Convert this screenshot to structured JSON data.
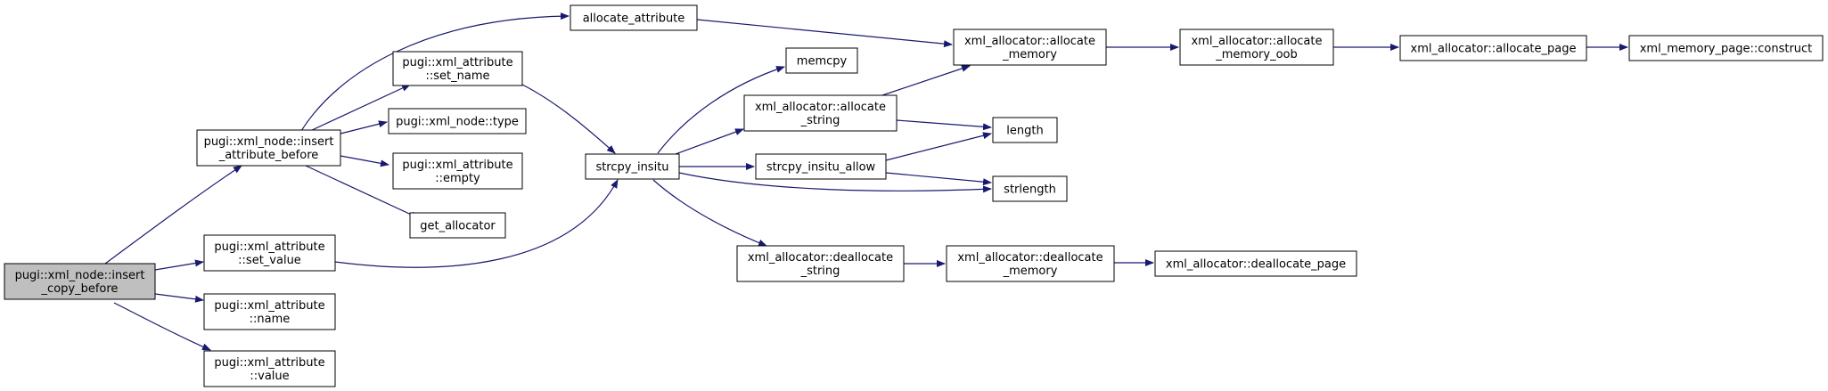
{
  "colors": {
    "edge": "#191970",
    "node_fill": "#ffffff",
    "root_fill": "#bfbfbf",
    "border": "#000000"
  },
  "nodes": {
    "root": [
      "pugi::xml_node::insert",
      "_copy_before"
    ],
    "insert_attr_before": [
      "pugi::xml_node::insert",
      "_attribute_before"
    ],
    "attr_set_value": [
      "pugi::xml_attribute",
      "::set_value"
    ],
    "attr_name": [
      "pugi::xml_attribute",
      "::name"
    ],
    "attr_value": [
      "pugi::xml_attribute",
      "::value"
    ],
    "allocate_attribute": [
      "allocate_attribute"
    ],
    "attr_set_name": [
      "pugi::xml_attribute",
      "::set_name"
    ],
    "node_type": [
      "pugi::xml_node::type"
    ],
    "attr_empty": [
      "pugi::xml_attribute",
      "::empty"
    ],
    "get_allocator": [
      "get_allocator"
    ],
    "strcpy_insitu": [
      "strcpy_insitu"
    ],
    "memcpy": [
      "memcpy"
    ],
    "alloc_string": [
      "xml_allocator::allocate",
      "_string"
    ],
    "strcpy_insitu_allow": [
      "strcpy_insitu_allow"
    ],
    "dealloc_string": [
      "xml_allocator::deallocate",
      "_string"
    ],
    "alloc_memory": [
      "xml_allocator::allocate",
      "_memory"
    ],
    "length": [
      "length"
    ],
    "strlength": [
      "strlength"
    ],
    "dealloc_memory": [
      "xml_allocator::deallocate",
      "_memory"
    ],
    "alloc_memory_oob": [
      "xml_allocator::allocate",
      "_memory_oob"
    ],
    "dealloc_page": [
      "xml_allocator::deallocate_page"
    ],
    "alloc_page": [
      "xml_allocator::allocate_page"
    ],
    "page_construct": [
      "xml_memory_page::construct"
    ]
  }
}
